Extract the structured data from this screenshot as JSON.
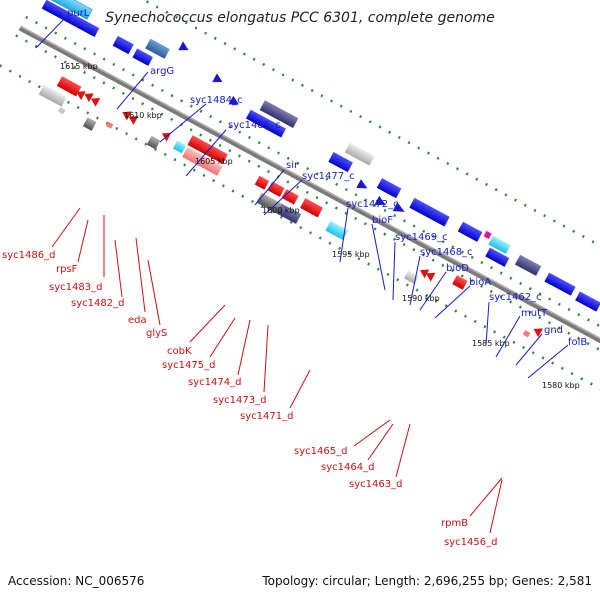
{
  "title": "Synechococcus elongatus PCC 6301, complete genome",
  "footer": {
    "accession": "Accession: NC_006576",
    "topology": "Topology: circular; Length: 2,696,255 bp; Genes: 2,581"
  },
  "kbp_labels": [
    "1615 kbp",
    "1610 kbp",
    "1605 kbp",
    "1600 kbp",
    "1595 kbp",
    "1590 kbp",
    "1585 kbp",
    "1580 kbp"
  ],
  "forward_labels": [
    "purL",
    "argG",
    "syc1484_c",
    "syc1481_c",
    "sir",
    "syc1477_c",
    "syc1472_c",
    "bioF",
    "syc1469_c",
    "syc1468_c",
    "bioD",
    "bioA",
    "syc1462_c",
    "mutT",
    "gnd",
    "folB"
  ],
  "reverse_labels": [
    "syc1486_d",
    "rpsF",
    "syc1483_d",
    "syc1482_d",
    "eda",
    "glyS",
    "cobK",
    "syc1475_d",
    "syc1474_d",
    "syc1473_d",
    "syc1471_d",
    "syc1465_d",
    "syc1464_d",
    "syc1463_d",
    "rpmB",
    "syc1456_d"
  ],
  "colors": {
    "forward": "#1414d6",
    "reverse": "#e01010",
    "backbone": "#7a7a7a",
    "dots": "#2a8a2a"
  }
}
